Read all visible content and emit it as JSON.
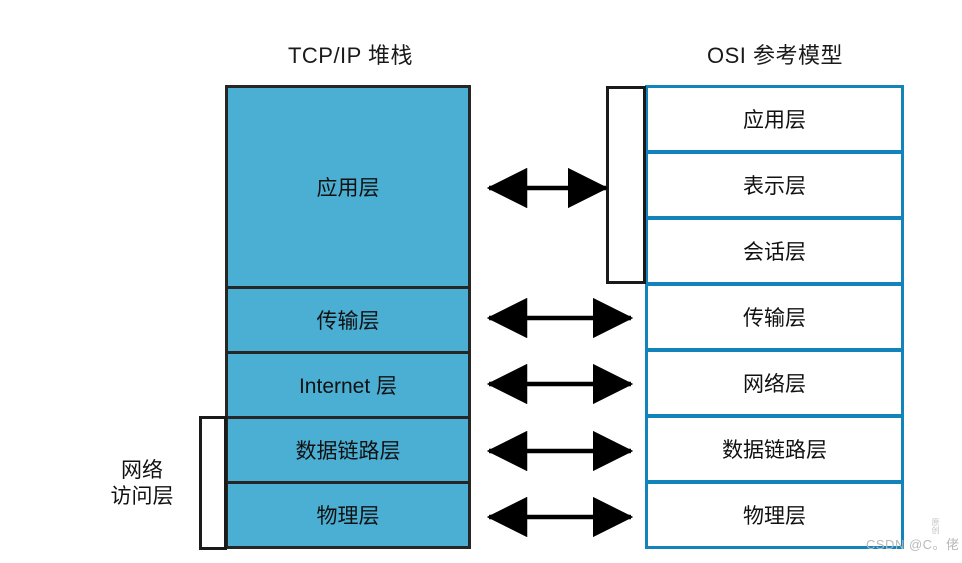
{
  "titles": {
    "left": "TCP/IP 堆栈",
    "right": "OSI 参考模型"
  },
  "colors": {
    "tcp_fill": "#4BAFD4",
    "tcp_border": "#262626",
    "osi_fill": "#FFFFFF",
    "osi_border": "#1383BC",
    "arrow": "#000000",
    "bracket": "#1A1A1A",
    "text": "#111111",
    "watermark": "#B9B9B9"
  },
  "tcp_stack": {
    "layers": [
      {
        "label": "应用层"
      },
      {
        "label": "传输层"
      },
      {
        "label": "Internet 层"
      },
      {
        "label": "数据链路层"
      },
      {
        "label": "物理层"
      }
    ]
  },
  "osi_stack": {
    "layers": [
      {
        "label": "应用层"
      },
      {
        "label": "表示层"
      },
      {
        "label": "会话层"
      },
      {
        "label": "传输层"
      },
      {
        "label": "网络层"
      },
      {
        "label": "数据链路层"
      },
      {
        "label": "物理层"
      }
    ]
  },
  "annotations": {
    "network_access_line1": "网络",
    "network_access_line2": "访问层"
  },
  "arrows": [
    {
      "name": "arrow-application",
      "maps_from": "应用层",
      "maps_to": "应用层/表示层/会话层"
    },
    {
      "name": "arrow-transport",
      "maps_from": "传输层",
      "maps_to": "传输层"
    },
    {
      "name": "arrow-internet",
      "maps_from": "Internet 层",
      "maps_to": "网络层"
    },
    {
      "name": "arrow-datalink",
      "maps_from": "数据链路层",
      "maps_to": "数据链路层"
    },
    {
      "name": "arrow-physical",
      "maps_from": "物理层",
      "maps_to": "物理层"
    }
  ],
  "watermark": {
    "text": "CSDN @C。佬",
    "side_text": "原创"
  }
}
